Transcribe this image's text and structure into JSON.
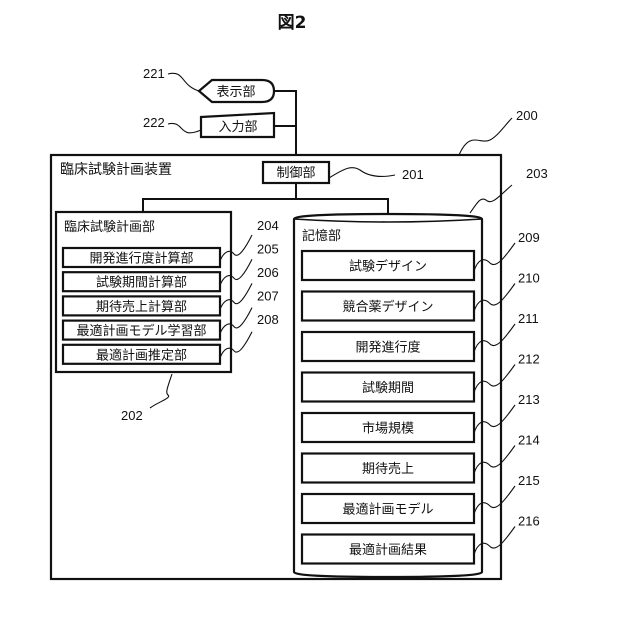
{
  "figure": {
    "title": "図2"
  },
  "external": {
    "display": {
      "label": "表示部",
      "ref": "221"
    },
    "input": {
      "label": "入力部",
      "ref": "222"
    }
  },
  "apparatus": {
    "label": "臨床試験計画装置",
    "ref": "200",
    "controller": {
      "label": "制御部",
      "ref": "201"
    },
    "planning_unit": {
      "label": "臨床試験計画部",
      "ref": "202",
      "items": [
        {
          "label": "開発進行度計算部",
          "ref": "204"
        },
        {
          "label": "試験期間計算部",
          "ref": "205"
        },
        {
          "label": "期待売上計算部",
          "ref": "206"
        },
        {
          "label": "最適計画モデル学習部",
          "ref": "207"
        },
        {
          "label": "最適計画推定部",
          "ref": "208"
        }
      ]
    },
    "storage": {
      "label": "記憶部",
      "ref": "203",
      "items": [
        {
          "label": "試験デザイン",
          "ref": "209"
        },
        {
          "label": "競合薬デザイン",
          "ref": "210"
        },
        {
          "label": "開発進行度",
          "ref": "211"
        },
        {
          "label": "試験期間",
          "ref": "212"
        },
        {
          "label": "市場規模",
          "ref": "213"
        },
        {
          "label": "期待売上",
          "ref": "214"
        },
        {
          "label": "最適計画モデル",
          "ref": "215"
        },
        {
          "label": "最適計画結果",
          "ref": "216"
        }
      ]
    }
  }
}
